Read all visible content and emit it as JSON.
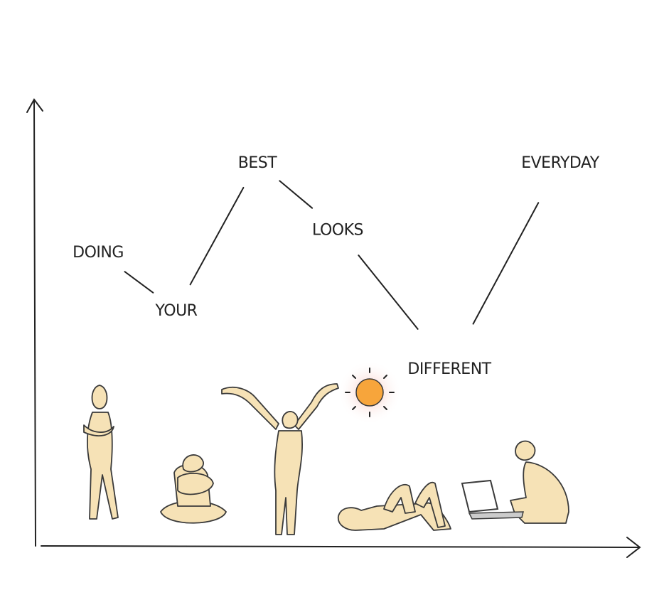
{
  "chart_data": {
    "type": "line",
    "title": "",
    "xlabel": "",
    "ylabel": "",
    "categories": [
      "DOING",
      "YOUR",
      "BEST",
      "LOOKS",
      "DIFFERENT",
      "EVERYDAY"
    ],
    "values": [
      6.6,
      5.3,
      8.6,
      7.1,
      4.0,
      8.6
    ],
    "ylim": [
      0,
      10
    ],
    "grid": false,
    "legend": "none",
    "colors": {
      "line": "#222222",
      "figure": "#f6e2b6",
      "sun": "#f7a53b",
      "glow": "#f6c9c4"
    }
  }
}
